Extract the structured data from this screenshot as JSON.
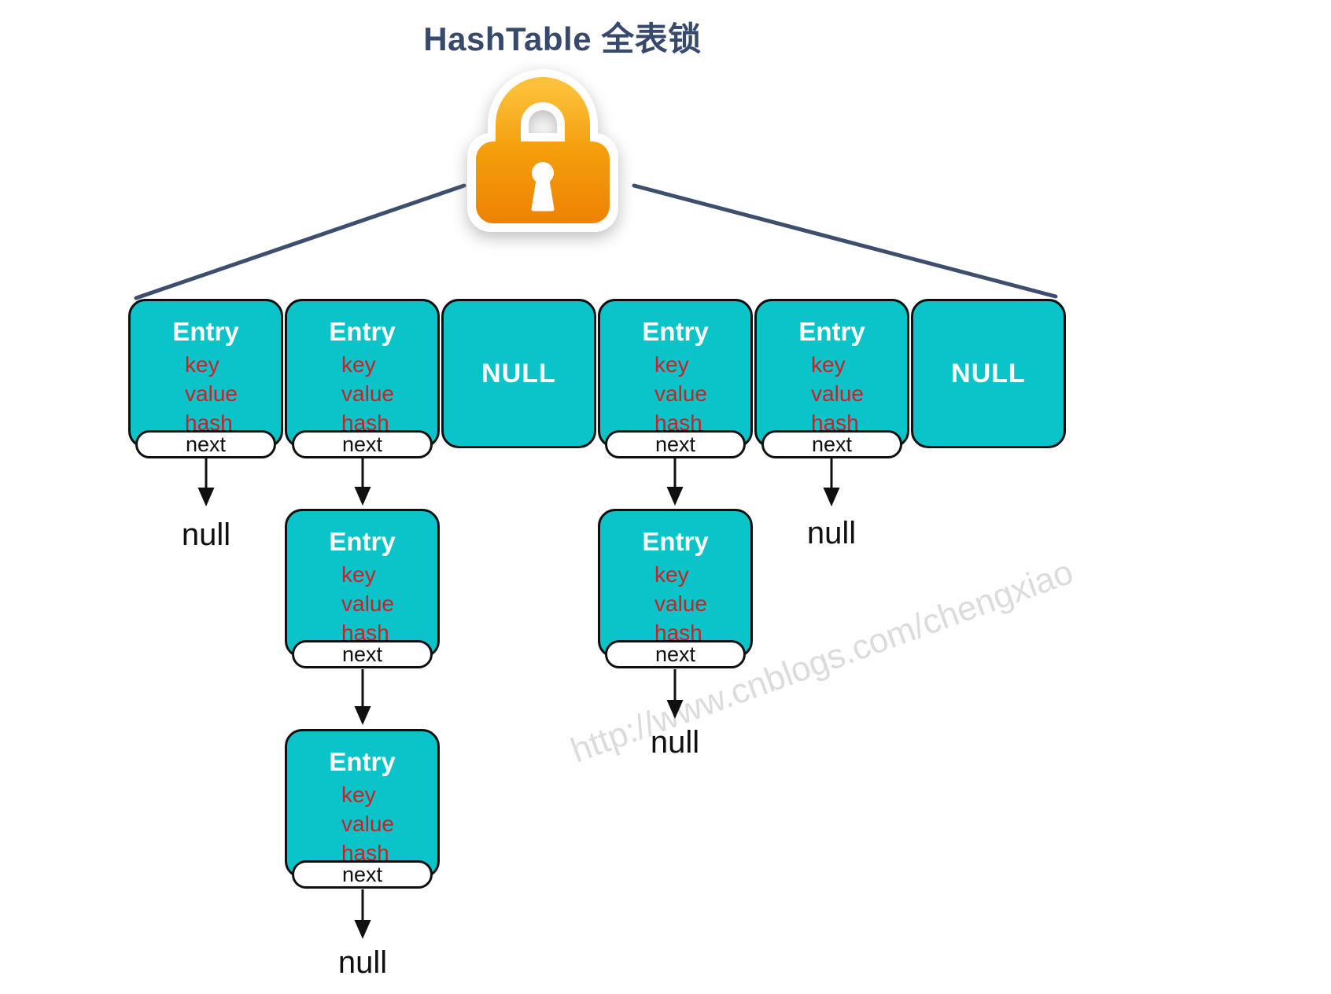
{
  "title": "HashTable 全表锁",
  "watermark": "http://www.cnblogs.com/chengxiao",
  "labels": {
    "null": "null"
  },
  "icons": {
    "lock": "padlock-icon",
    "pointer": "down-arrow-icon"
  },
  "colors": {
    "box_teal": "#0AC4CA",
    "field_red": "#CB2027",
    "title_navy": "#37496D",
    "line_navy": "#3D4E6E",
    "lock_orange_top": "#FCC03A",
    "lock_orange_mid": "#F49E0B",
    "lock_orange_bottom": "#EE8103"
  },
  "hash_table": {
    "buckets": [
      {
        "index": 0,
        "kind": "entry",
        "label": "Entry",
        "fields": [
          "key",
          "value",
          "hash"
        ],
        "next_label": "next",
        "next_points_to": "null"
      },
      {
        "index": 1,
        "kind": "entry",
        "label": "Entry",
        "fields": [
          "key",
          "value",
          "hash"
        ],
        "next_label": "next",
        "next_points_to": "entry"
      },
      {
        "index": 2,
        "kind": "null",
        "label": "NULL"
      },
      {
        "index": 3,
        "kind": "entry",
        "label": "Entry",
        "fields": [
          "key",
          "value",
          "hash"
        ],
        "next_label": "next",
        "next_points_to": "entry"
      },
      {
        "index": 4,
        "kind": "entry",
        "label": "Entry",
        "fields": [
          "key",
          "value",
          "hash"
        ],
        "next_label": "next",
        "next_points_to": "null"
      },
      {
        "index": 5,
        "kind": "null",
        "label": "NULL"
      }
    ],
    "chain_entries": [
      {
        "under_bucket": 1,
        "level": 2,
        "label": "Entry",
        "fields": [
          "key",
          "value",
          "hash"
        ],
        "next_label": "next",
        "next_points_to": "entry"
      },
      {
        "under_bucket": 1,
        "level": 3,
        "label": "Entry",
        "fields": [
          "key",
          "value",
          "hash"
        ],
        "next_label": "next",
        "next_points_to": "null"
      },
      {
        "under_bucket": 3,
        "level": 2,
        "label": "Entry",
        "fields": [
          "key",
          "value",
          "hash"
        ],
        "next_label": "next",
        "next_points_to": "null"
      }
    ]
  }
}
